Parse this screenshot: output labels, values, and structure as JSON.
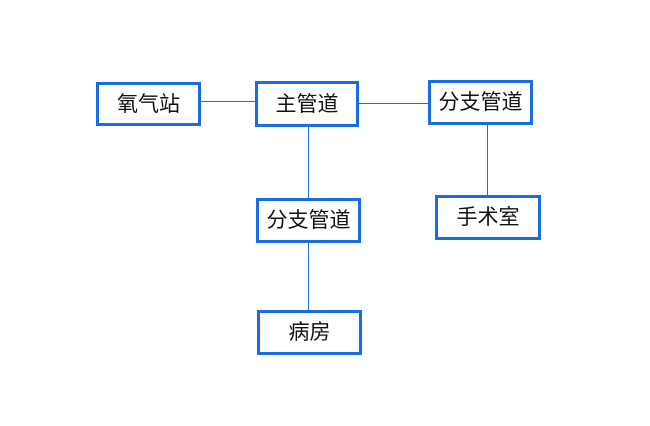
{
  "colors": {
    "node_border": "#1a6de0",
    "connector": "#1f6fd6",
    "text": "#111111",
    "background": "#ffffff"
  },
  "nodes": {
    "oxygen_station": "氧气站",
    "main_pipe": "主管道",
    "branch_pipe_right": "分支管道",
    "operating_room": "手术室",
    "branch_pipe_lower": "分支管道",
    "ward": "病房"
  }
}
